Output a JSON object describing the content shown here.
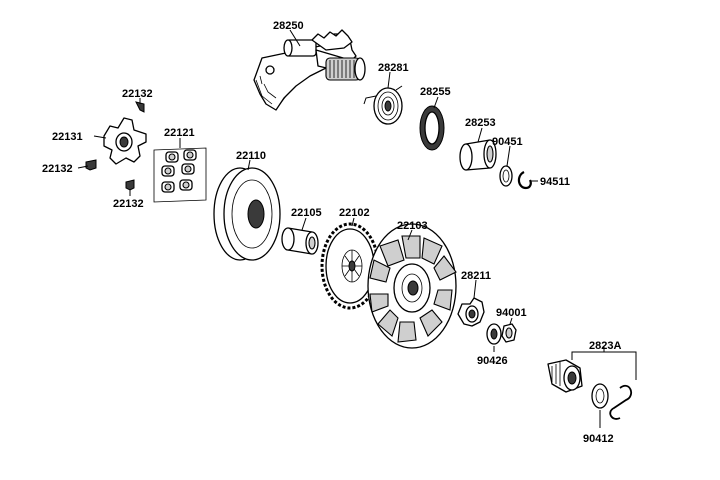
{
  "diagram": {
    "parts": [
      {
        "key": "p28250",
        "number": "28250",
        "name": "kick-starter-shaft"
      },
      {
        "key": "p28281",
        "number": "28281",
        "name": "kick-return-spring"
      },
      {
        "key": "p28255",
        "number": "28255",
        "name": "kick-thrust-washer"
      },
      {
        "key": "p28253",
        "number": "28253",
        "name": "kick-bushing"
      },
      {
        "key": "p90451",
        "number": "90451",
        "name": "washer"
      },
      {
        "key": "p94511",
        "number": "94511",
        "name": "circlip"
      },
      {
        "key": "p22132a",
        "number": "22132",
        "name": "ramp-slider-top"
      },
      {
        "key": "p22131",
        "number": "22131",
        "name": "ramp-plate"
      },
      {
        "key": "p22132b",
        "number": "22132",
        "name": "ramp-slider-left"
      },
      {
        "key": "p22132c",
        "number": "22132",
        "name": "ramp-slider-bottom"
      },
      {
        "key": "p22121",
        "number": "22121",
        "name": "roller-weight-set"
      },
      {
        "key": "p22110",
        "number": "22110",
        "name": "movable-drive-face"
      },
      {
        "key": "p22105",
        "number": "22105",
        "name": "drive-face-collar"
      },
      {
        "key": "p22102",
        "number": "22102",
        "name": "starter-ring-gear"
      },
      {
        "key": "p22103",
        "number": "22103",
        "name": "fixed-drive-face-fan"
      },
      {
        "key": "p28211",
        "number": "28211",
        "name": "starter-ratchet"
      },
      {
        "key": "p94001",
        "number": "94001",
        "name": "nut"
      },
      {
        "key": "p90426",
        "number": "90426",
        "name": "washer"
      },
      {
        "key": "p2823A",
        "number": "2823A",
        "name": "kick-starter-pinion-assembly"
      },
      {
        "key": "p90412",
        "number": "90412",
        "name": "washer"
      }
    ]
  }
}
